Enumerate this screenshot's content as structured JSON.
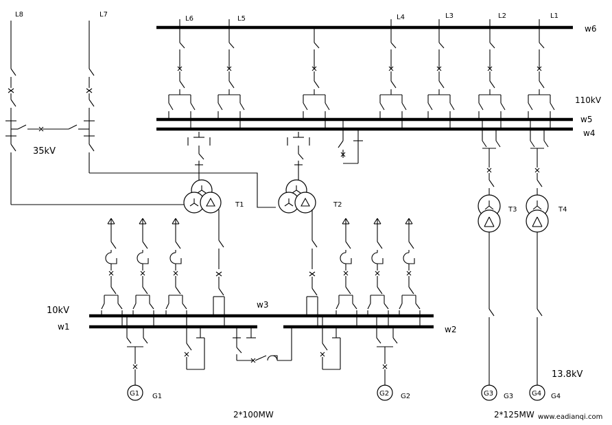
{
  "lines": [
    "L8",
    "L7",
    "L6",
    "L5",
    "L4",
    "L3",
    "L2",
    "L1"
  ],
  "buses": {
    "w6": "w6",
    "w5": "w5",
    "w4": "w4",
    "w3": "w3",
    "w1": "w1",
    "w2": "w2"
  },
  "voltages": {
    "v110": "110kV",
    "v35": "35kV",
    "v10": "10kV",
    "v13": "13.8kV"
  },
  "transformers": [
    "T1",
    "T2",
    "T3",
    "T4"
  ],
  "generators": {
    "circles": [
      "G1",
      "G2",
      "G3",
      "G4"
    ],
    "labels": [
      "G1",
      "G2",
      "G3",
      "G4"
    ]
  },
  "ratings": {
    "small": "2*100MW",
    "large": "2*125MW"
  },
  "watermark": "www.eadianqi.com"
}
